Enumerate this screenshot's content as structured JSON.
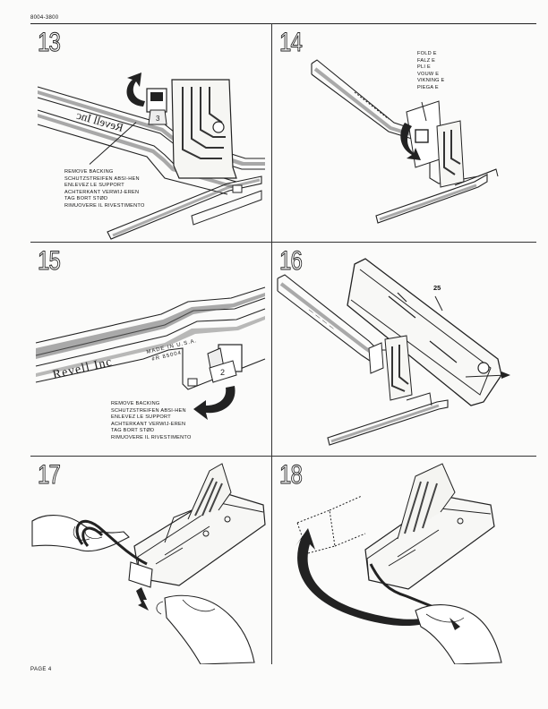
{
  "document": {
    "doc_number": "8004-3800",
    "page_label": "PAGE 4"
  },
  "steps": [
    {
      "number": "13",
      "caption": [
        "REMOVE BACKING",
        "SCHUTZSTREIFEN ABSI-HEN",
        "ENLEVEZ LE SUPPORT",
        "ACHTERKANT VERWIJ-EREN",
        "TAG BORT STØD",
        "RIMUOVERE IL RIVESTIMENTO"
      ],
      "tab_number": "3",
      "panel_text": "Revell Inc"
    },
    {
      "number": "14",
      "caption": [
        "FOLD E",
        "FALZ E",
        "PLI E",
        "VOUW E",
        "VIKNING E",
        "PIEGA E"
      ]
    },
    {
      "number": "15",
      "caption": [
        "REMOVE BACKING",
        "SCHUTZSTREIFEN ABSI-HEN",
        "ENLEVEZ LE SUPPORT",
        "ACHTERKANT VERWIJ-EREN",
        "TAG BORT STØD",
        "RIMUOVERE IL RIVESTIMENTO"
      ],
      "tab_number": "2",
      "panel_text": "Revell Inc",
      "stamp_line_1": "MADE IN U.S.A.",
      "stamp_line_2": "#R 85004"
    },
    {
      "number": "16",
      "part_label": "25"
    },
    {
      "number": "17"
    },
    {
      "number": "18"
    }
  ]
}
